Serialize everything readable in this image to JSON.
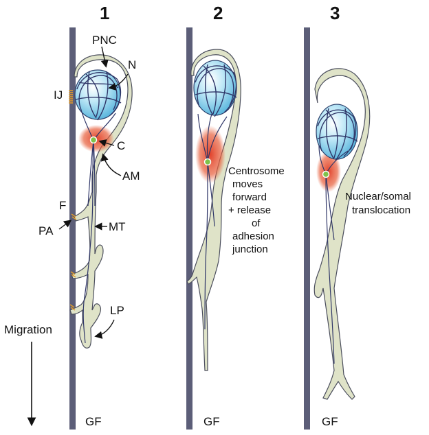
{
  "panels": [
    {
      "number": "1",
      "gf_label": "GF"
    },
    {
      "number": "2",
      "gf_label": "GF",
      "caption": [
        "Centrosome",
        "moves",
        "forward",
        "+ release",
        "of",
        "adhesion",
        "junction"
      ]
    },
    {
      "number": "3",
      "gf_label": "GF",
      "caption": [
        "Nuclear/somal",
        "translocation"
      ]
    }
  ],
  "labels": {
    "pnc": "PNC",
    "n": "N",
    "ij": "IJ",
    "c": "C",
    "am": "AM",
    "f": "F",
    "pa": "PA",
    "mt": "MT",
    "lp": "LP",
    "migration": "Migration"
  },
  "colors": {
    "fiber": "#5c5e78",
    "cell_fill": "#dfe3c8",
    "cell_edge": "#4a4d5c",
    "nucleus": "#9fd8ee",
    "actomyosin": "#e0402a",
    "microtubule": "#33395e",
    "centrosome": "#7fc24a",
    "adhesion": "#e09a2a"
  }
}
